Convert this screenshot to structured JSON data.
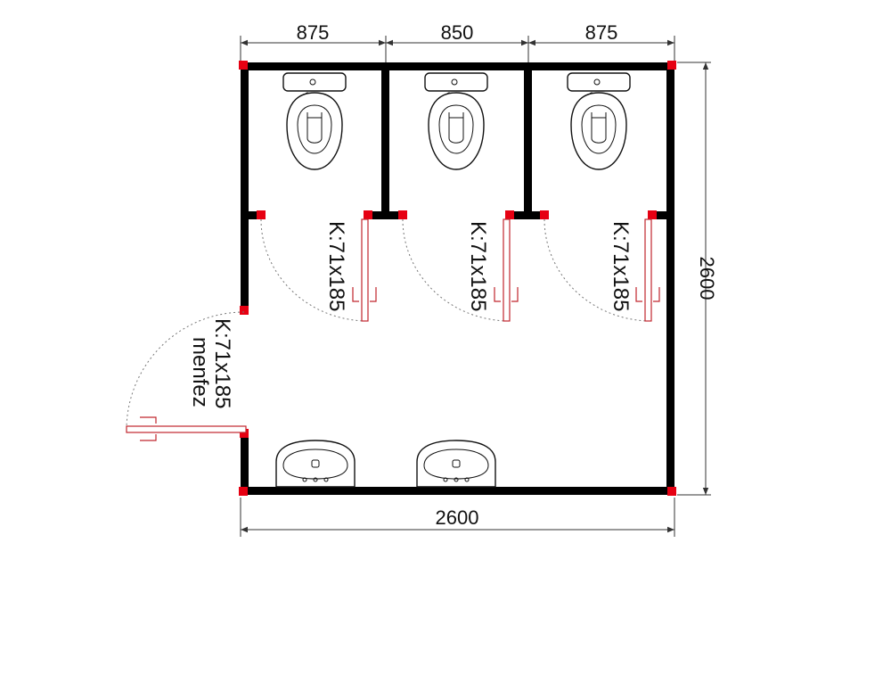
{
  "dimensions": {
    "top": [
      "875",
      "850",
      "875"
    ],
    "bottom": "2600",
    "right": "2600"
  },
  "doors": {
    "cabin_1": "K:71x185",
    "cabin_2": "K:71x185",
    "cabin_3": "K:71x185",
    "entrance": "K:71x185",
    "entrance_note": "menfez"
  },
  "colors": {
    "wall": "#000000",
    "corner": "#e60012",
    "door": "#c0262d"
  }
}
